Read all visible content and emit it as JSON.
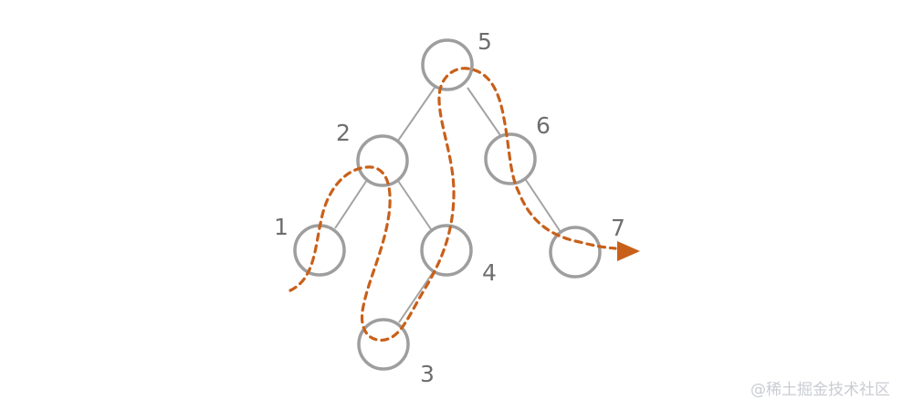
{
  "diagram": {
    "nodes": [
      {
        "id": "5",
        "label": "5"
      },
      {
        "id": "2",
        "label": "2"
      },
      {
        "id": "6",
        "label": "6"
      },
      {
        "id": "1",
        "label": "1"
      },
      {
        "id": "4",
        "label": "4"
      },
      {
        "id": "7",
        "label": "7"
      },
      {
        "id": "3",
        "label": "3"
      }
    ],
    "edges": [
      {
        "from": "5",
        "to": "2"
      },
      {
        "from": "5",
        "to": "6"
      },
      {
        "from": "2",
        "to": "1"
      },
      {
        "from": "2",
        "to": "4"
      },
      {
        "from": "4",
        "to": "3"
      },
      {
        "from": "6",
        "to": "7"
      }
    ],
    "traversal_color": "#c8601a"
  },
  "watermark": {
    "text": "@稀土掘金技术社区"
  }
}
